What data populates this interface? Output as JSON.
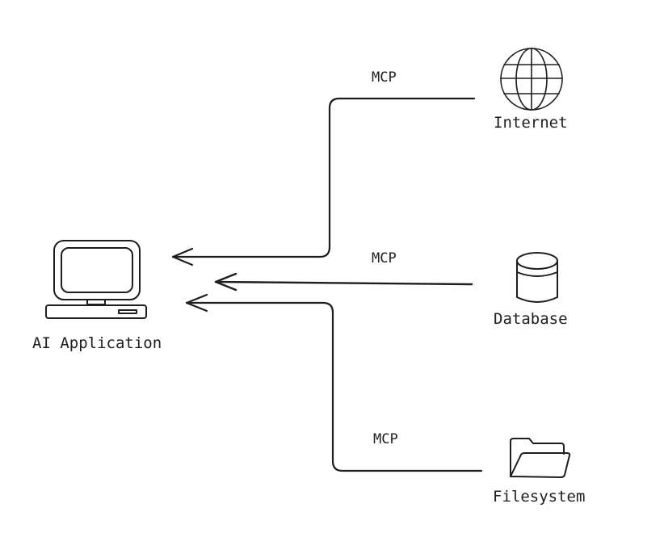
{
  "diagram": {
    "client": {
      "label": "AI Application",
      "icon": "computer-icon"
    },
    "servers": [
      {
        "label": "Internet",
        "icon": "globe-icon",
        "connection_label": "MCP"
      },
      {
        "label": "Database",
        "icon": "database-icon",
        "connection_label": "MCP"
      },
      {
        "label": "Filesystem",
        "icon": "folder-icon",
        "connection_label": "MCP"
      }
    ],
    "colors": {
      "stroke": "#1e1e1e",
      "background": "#ffffff"
    }
  }
}
